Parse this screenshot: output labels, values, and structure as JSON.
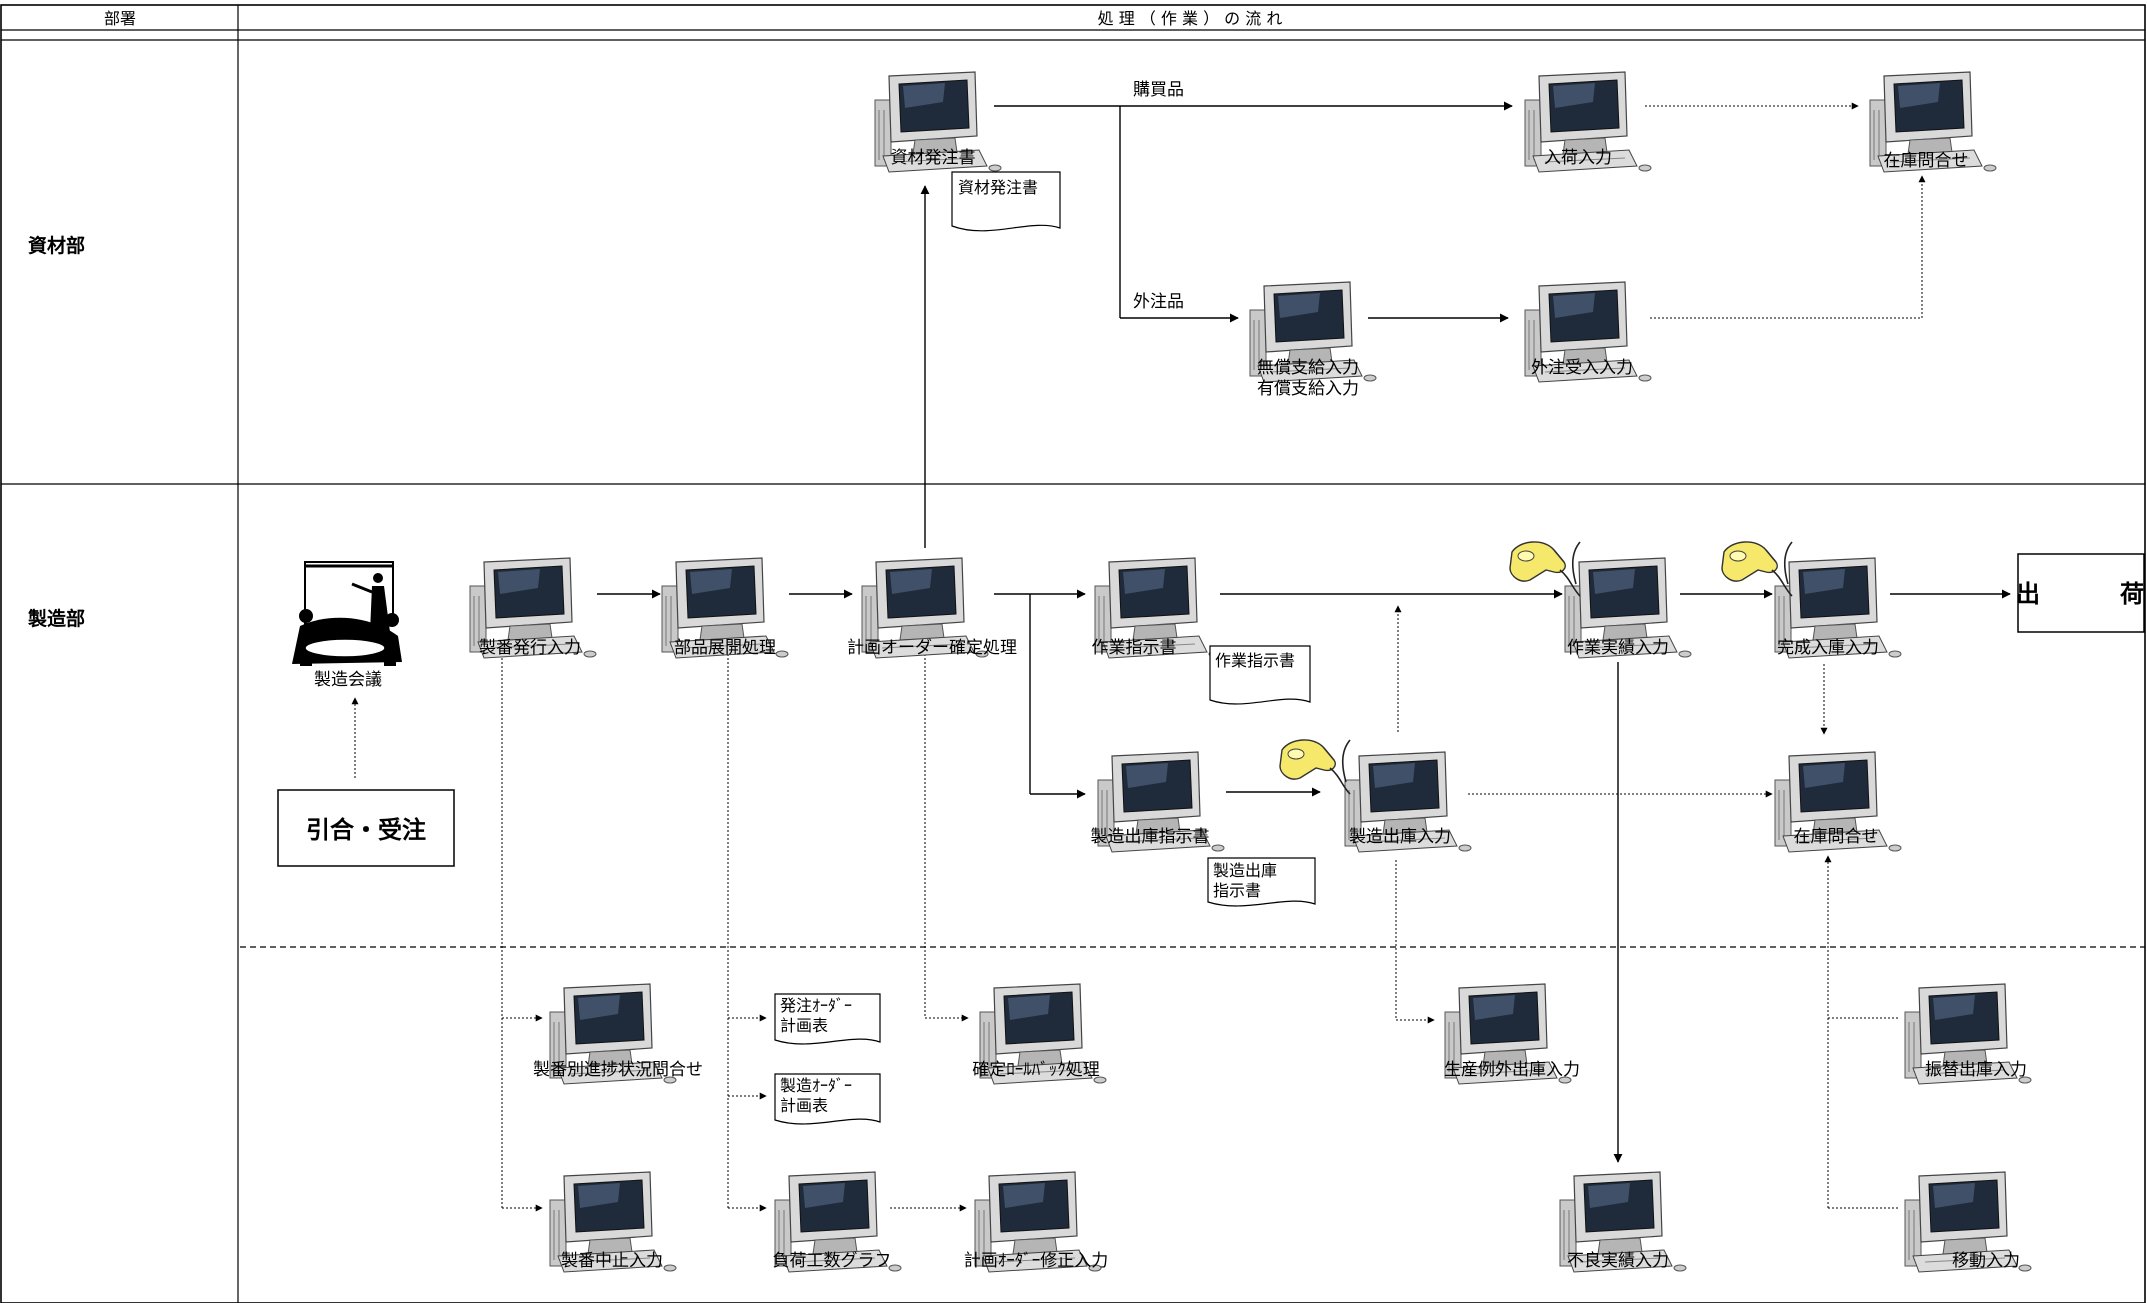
{
  "header": {
    "dept_col": "部署",
    "flow_col": "処 理 （ 作 業 ） の 流 れ"
  },
  "departments": {
    "shizai": "資材部",
    "seizo": "製造部"
  },
  "nodes": {
    "shizai_hacchu": "資材発注書",
    "nyuka_nyuryoku": "入荷入力",
    "zaiko_toiawase_1": "在庫問合せ",
    "musho_shikyu_1": "無償支給入力",
    "musho_shikyu_2": "有償支給入力",
    "gaichu_ukeire": "外注受入入力",
    "seizo_kaigi": "製造会議",
    "seiban_hakko": "製番発行入力",
    "buhin_tenkai": "部品展開処理",
    "keikaku_order": "計画オーダー確定処理",
    "sagyo_shiji": "作業指示書",
    "sagyo_jisseki": "作業実績入力",
    "kansei_nyuko": "完成入庫入力",
    "seizo_shukko_shiji": "製造出庫指示書",
    "seizo_shukko": "製造出庫入力",
    "zaiko_toiawase_2": "在庫問合せ",
    "seiban_shinchoku": "製番別進捗状況問合せ",
    "kakutei_rollback": "確定ﾛｰﾙﾊﾞｯｸ処理",
    "seisan_reigai": "生産例外出庫入力",
    "furikae_shukko": "振替出庫入力",
    "seiban_chushi": "製番中止入力",
    "fuka_kosu": "負荷工数グラフ",
    "keikaku_order_shusei": "計画ｵｰﾀﾞｰ修正入力",
    "furyo_jisseki": "不良実績入力",
    "ido_nyuryoku": "移動入力"
  },
  "edge_labels": {
    "konyu": "購買品",
    "gaichu": "外注品"
  },
  "documents": {
    "shizai_hacchu_doc": [
      "資材発注書"
    ],
    "sagyo_shiji_doc": [
      "作業指示書"
    ],
    "seizo_shukko_doc": [
      "製造出庫",
      "指示書"
    ],
    "hacchu_order_doc": [
      "発注ｵｰﾀﾞｰ",
      "計画表"
    ],
    "seizo_order_doc": [
      "製造ｵｰﾀﾞｰ",
      "計画表"
    ]
  },
  "boxes": {
    "hikiai": "引合・受注",
    "shukka": "出　荷"
  }
}
